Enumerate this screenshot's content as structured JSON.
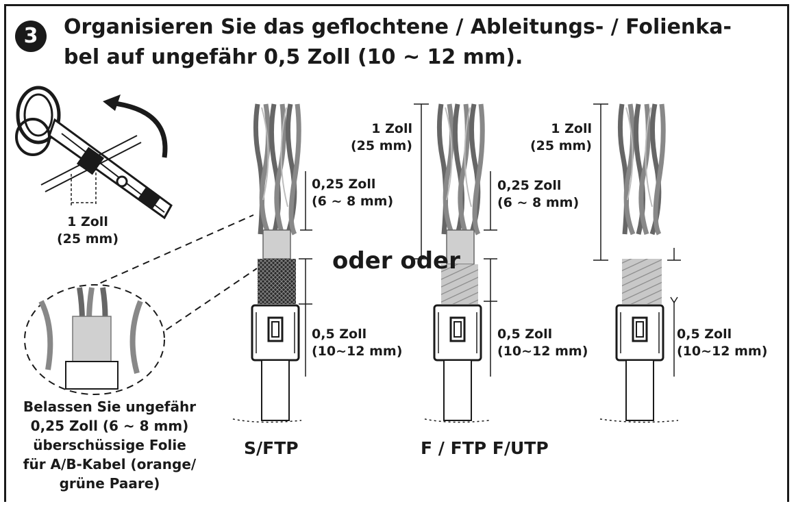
{
  "step": {
    "number": "3"
  },
  "title": {
    "line1": "Organisieren Sie das geflochtene / Ableitungs- / Folienka-",
    "line2": "bel auf ungefähr 0,5 Zoll (10 ~ 12 mm)."
  },
  "tool": {
    "measure_line1": "1 Zoll",
    "measure_line2": "(25 mm)"
  },
  "note": {
    "lines": [
      "Belassen Sie ungefähr",
      "0,25 Zoll (6 ~ 8 mm)",
      "überschüssige Folie",
      "für A/B-Kabel (orange/",
      "grüne Paare)"
    ]
  },
  "cables": [
    {
      "caption": "S/FTP",
      "small_line1": "0,25 Zoll",
      "small_line2": "(6 ~ 8 mm)",
      "bottom_line1": "0,5 Zoll",
      "bottom_line2": "(10~12 mm)"
    },
    {
      "caption": "F / FTP F/UTP",
      "top_line1": "1 Zoll",
      "top_line2": "(25 mm)",
      "small_line1": "0,25 Zoll",
      "small_line2": "(6 ~ 8 mm)",
      "bottom_line1": "0,5 Zoll",
      "bottom_line2": "(10~12 mm)"
    },
    {
      "top_line1": "1 Zoll",
      "top_line2": "(25 mm)",
      "bottom_line1": "0,5 Zoll",
      "bottom_line2": "(10~12 mm)"
    }
  ],
  "oder_text": "oder oder",
  "colors": {
    "ink": "#1a1a1a",
    "wire": "#9a9a9a",
    "foil": "#c4c4c4",
    "braid": "#2b2b2b"
  }
}
